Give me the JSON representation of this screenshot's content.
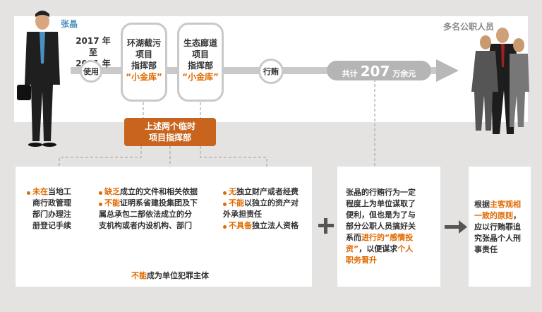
{
  "person_name": "张晶",
  "period": [
    "2017 年至",
    "2021 年"
  ],
  "others_label": "多名公职人员",
  "use_label": "使用",
  "bribe_label": "行贿",
  "hq1": {
    "lines": [
      "环湖截污",
      "项目",
      "指挥部"
    ],
    "tag": "“小金库”"
  },
  "hq2": {
    "lines": [
      "生态廊道",
      "项目",
      "指挥部"
    ],
    "tag": "“小金库”"
  },
  "total": {
    "prefix": "共计",
    "amount": "207",
    "suffix": "万余元"
  },
  "orange_box": [
    "上述两个临时",
    "项目指挥部"
  ],
  "col1": {
    "lead": "未在",
    "rest": [
      "当地工",
      "商行政管理",
      "部门办理注",
      "册登记手续"
    ]
  },
  "col2": [
    {
      "lead": "缺乏",
      "rest": "成立的文件和相关依据"
    },
    {
      "lead": "不能",
      "rest": "证明系省建投集团及下",
      "more": [
        "属总承包二部依法成立的分",
        "支机构或者内设机构、部门"
      ]
    }
  ],
  "col3": [
    {
      "lead": "无",
      "rest": "独立财产或者经费"
    },
    {
      "lead": "不能",
      "rest": "以独立的资产对",
      "more": [
        "外承担责任"
      ]
    },
    {
      "lead": "不具备",
      "rest": "独立法人资格"
    }
  ],
  "conclusion": {
    "lead": "不能",
    "rest": "成为单位犯罪主体"
  },
  "analysis": {
    "l1": "张晶的行贿行为一定",
    "l2": "程度上为单位谋取了",
    "l3": "便利，但也是为了与",
    "l4": "部分公职人员搞好关",
    "l5a": "系而",
    "l5b": "进行的“感情投",
    "l6a": "资”",
    "l6b": "，以便谋求",
    "l6c": "个人",
    "l7": "职务晋升"
  },
  "verdict": {
    "l1": "根据",
    "l1b": "主客观相",
    "l2": "一致的原则",
    "l2b": "，",
    "l3": "应以行贿罪追",
    "l4": "究张晶个人刑",
    "l5": "事责任"
  },
  "colors": {
    "orange": "#e06a00",
    "gray": "#c9c9c9",
    "box": "#c8641e",
    "bg": "#e4e3e1"
  }
}
